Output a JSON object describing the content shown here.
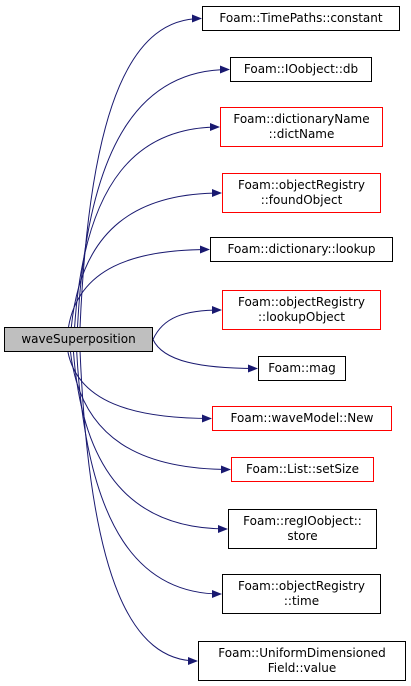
{
  "graph": {
    "root": {
      "label": "waveSuperposition",
      "fill": "#bfbfbf"
    },
    "edge_color": "#191970",
    "nodes": [
      {
        "id": "n0",
        "lines": [
          "Foam::TimePaths::constant"
        ],
        "border": "#000000"
      },
      {
        "id": "n1",
        "lines": [
          "Foam::IOobject::db"
        ],
        "border": "#000000"
      },
      {
        "id": "n2",
        "lines": [
          "Foam::dictionaryName",
          "::dictName"
        ],
        "border": "#ff0000"
      },
      {
        "id": "n3",
        "lines": [
          "Foam::objectRegistry",
          "::foundObject"
        ],
        "border": "#ff0000"
      },
      {
        "id": "n4",
        "lines": [
          "Foam::dictionary::lookup"
        ],
        "border": "#000000"
      },
      {
        "id": "n5",
        "lines": [
          "Foam::objectRegistry",
          "::lookupObject"
        ],
        "border": "#ff0000"
      },
      {
        "id": "n6",
        "lines": [
          "Foam::mag"
        ],
        "border": "#000000"
      },
      {
        "id": "n7",
        "lines": [
          "Foam::waveModel::New"
        ],
        "border": "#ff0000"
      },
      {
        "id": "n8",
        "lines": [
          "Foam::List::setSize"
        ],
        "border": "#ff0000"
      },
      {
        "id": "n9",
        "lines": [
          "Foam::regIOobject::",
          "store"
        ],
        "border": "#000000"
      },
      {
        "id": "n10",
        "lines": [
          "Foam::objectRegistry",
          "::time"
        ],
        "border": "#000000"
      },
      {
        "id": "n11",
        "lines": [
          "Foam::UniformDimensioned",
          "Field::value"
        ],
        "border": "#000000"
      }
    ]
  }
}
